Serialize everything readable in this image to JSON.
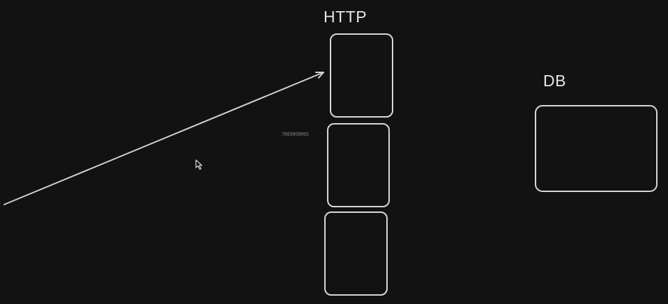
{
  "diagram": {
    "http_label": "HTTP",
    "db_label": "DB",
    "watermark_text": "7893909891"
  },
  "colors": {
    "background": "#121212",
    "stroke": "#d8d8d8",
    "text": "#e6e6e6"
  },
  "icons": {
    "cursor": "mouse-pointer-icon",
    "arrow": "arrow-icon"
  }
}
